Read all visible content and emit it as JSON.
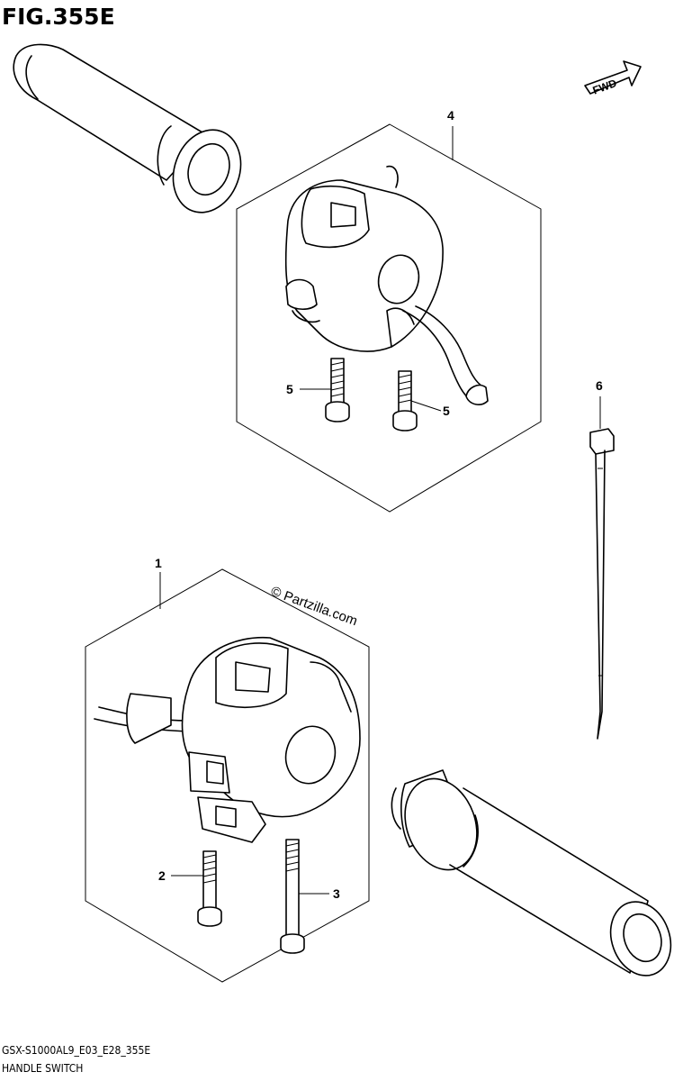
{
  "figure": {
    "title": "FIG.355E",
    "fwd_label": "FWD",
    "watermark": "© Partzilla.com",
    "model_code": "GSX-S1000AL9_E03_E28_355E",
    "caption": "HANDLE SWITCH"
  },
  "callouts": {
    "c1": "1",
    "c2": "2",
    "c3": "3",
    "c4": "4",
    "c5a": "5",
    "c5b": "5",
    "c6": "6"
  }
}
